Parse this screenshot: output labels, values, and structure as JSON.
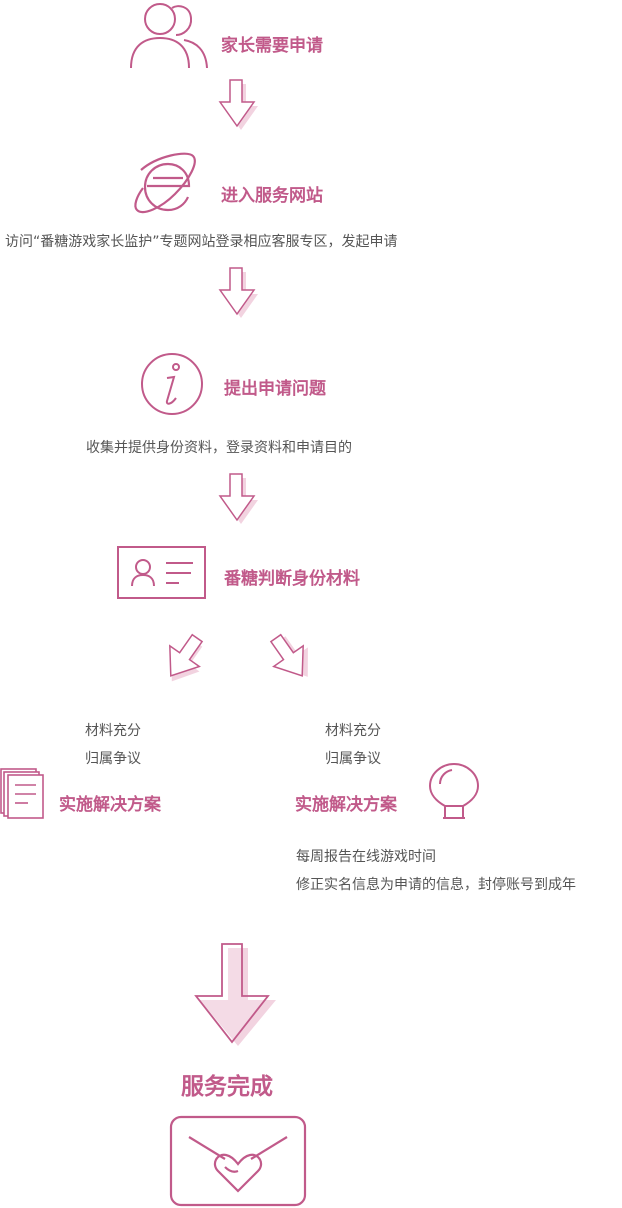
{
  "colors": {
    "accent": "#c15a8a",
    "accent_light": "#f2d3e0",
    "text": "#555555"
  },
  "steps": [
    {
      "title": "家长需要申请",
      "icon": "people-icon"
    },
    {
      "title": "进入服务网站",
      "icon": "ie-browser-icon",
      "desc": "访问“番糖游戏家长监护”专题网站登录相应客服专区，发起申请"
    },
    {
      "title": "提出申请问题",
      "icon": "info-icon",
      "desc": "收集并提供身份资料，登录资料和申请目的"
    },
    {
      "title": "番糖判断身份材料",
      "icon": "id-card-icon"
    }
  ],
  "branches": {
    "left": {
      "condition_1": "材料充分",
      "condition_2": "归属争议",
      "title": "实施解决方案",
      "icon": "documents-icon"
    },
    "right": {
      "condition_1": "材料充分",
      "condition_2": "归属争议",
      "title": "实施解决方案",
      "icon": "lightbulb-icon",
      "actions": [
        "每周报告在线游戏时间",
        "修正实名信息为申请的信息，封停账号到成年"
      ]
    }
  },
  "final": {
    "title": "服务完成",
    "icon": "heart-envelope-icon"
  }
}
